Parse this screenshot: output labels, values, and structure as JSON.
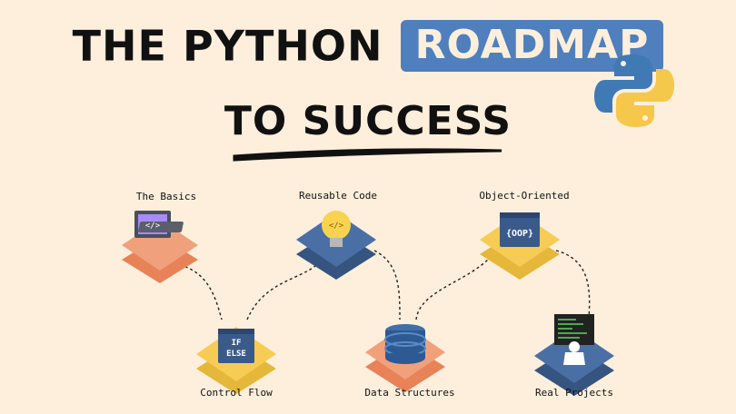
{
  "title": {
    "line1_prefix": "THE PYTHON",
    "line1_highlight": "ROADMAP",
    "line2": "TO SUCCESS"
  },
  "colors": {
    "background": "#fdefdc",
    "highlight": "#4f7fbd",
    "salmon": "#f1a07c",
    "blue": "#4a6fa5",
    "yellow": "#f6cc55"
  },
  "nodes": [
    {
      "id": "basics",
      "label": "The Basics",
      "icon": "laptop-code-icon",
      "color": "salmon"
    },
    {
      "id": "control",
      "label": "Control Flow",
      "icon": "if-else-icon",
      "color": "yellow"
    },
    {
      "id": "reusable",
      "label": "Reusable Code",
      "icon": "lightbulb-icon",
      "color": "blue"
    },
    {
      "id": "datastruct",
      "label": "Data Structures",
      "icon": "database-icon",
      "color": "salmon"
    },
    {
      "id": "oop",
      "label": "Object-Oriented",
      "icon": "oop-window-icon",
      "color": "yellow"
    },
    {
      "id": "projects",
      "label": "Real Projects",
      "icon": "developer-screen-icon",
      "color": "blue"
    }
  ],
  "icon_text": {
    "code_tag": "</>",
    "if": "IF",
    "else": "ELSE",
    "oop": "{OOP}"
  }
}
